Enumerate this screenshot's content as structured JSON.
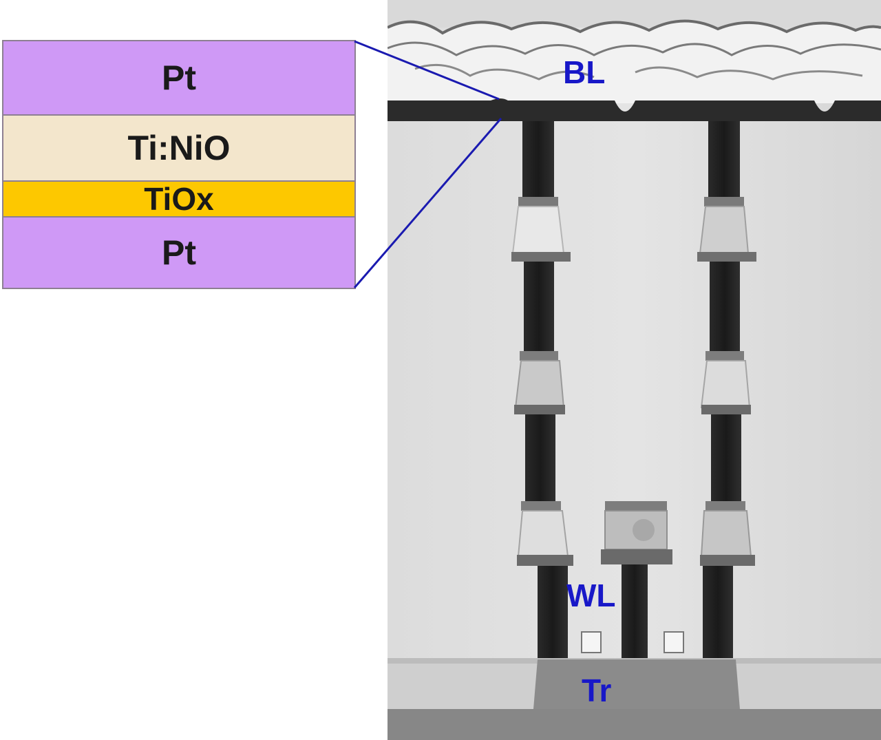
{
  "stack": {
    "layers": [
      {
        "label": "Pt",
        "color": "#cf99f6"
      },
      {
        "label": "Ti:NiO",
        "color": "#f3e6cc"
      },
      {
        "label": "TiOx",
        "color": "#fdc800"
      },
      {
        "label": "Pt",
        "color": "#cf99f6"
      }
    ]
  },
  "image_labels": {
    "bl": "BL",
    "wl": "WL",
    "tr": "Tr"
  },
  "colors": {
    "label_blue": "#1818c8",
    "callout_line": "#1a1ab0"
  }
}
